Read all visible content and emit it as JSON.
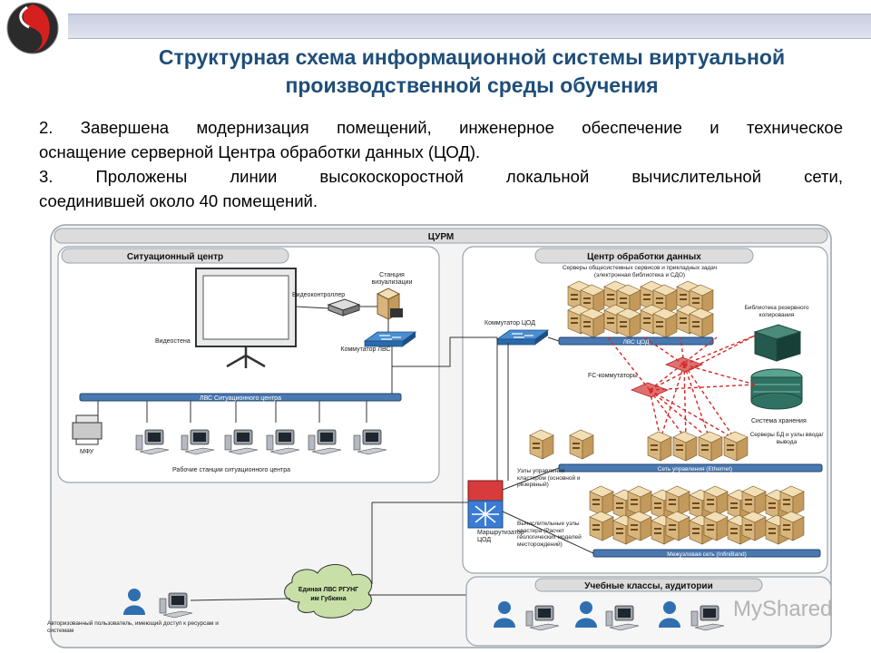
{
  "title": {
    "line1": "Структурная схема информационной системы виртуальной",
    "line2": "производственной среды обучения"
  },
  "points": [
    {
      "line1": "2. Завершена модернизация помещений, инженерное обеспечение и техническое",
      "line2": "оснащение серверной Центра обработки данных (ЦОД)."
    },
    {
      "line1": "3. Проложены линии высокоскоростной локальной вычислительной сети,",
      "line2": "соединившей около 40 помещений."
    }
  ],
  "diagram": {
    "outer_title": "ЦУРМ",
    "situation": {
      "header": "Ситуационный центр",
      "station_label": "Станция визуализации",
      "controller_label": "Видеоконтроллер",
      "videowall_label": "Видеостена",
      "switch_label": "Коммутатор ЛВС",
      "bus_label": "ЛВС Ситуационного центра",
      "mfu_label": "МФУ",
      "workstations_label": "Рабочие станции ситуационного центра"
    },
    "datacenter": {
      "header": "Центр обработки данных",
      "servers_label": "Серверы общесистемных сервисов и прикладных задач (электронная библиотека и СДО)",
      "switch_label": "Коммутатор ЦОД",
      "lan_label": "ЛВС ЦОД",
      "fc_label": "FC-коммутаторы",
      "backup_label": "Библиотека резервного копирования",
      "storage_label": "Система хранения",
      "db_label": "Серверы БД и узлы ввода/вывода",
      "mgmt_net_label": "Сеть управления (Ethernet)",
      "mgmt_nodes_label": "Узлы управления кластером (основной и резервный)",
      "router_label": "Маршрутизатор ЦОД",
      "compute_label": "Вычислительные узлы кластера (Расчет геологических моделей месторождений)",
      "interconnect_label": "Межузловая сеть (InfiniBand)"
    },
    "lan": {
      "label_line1": "Единая ЛВС РГУНГ",
      "label_line2": "им Губкина"
    },
    "remote_user_label": "Авторизованный пользователь, имеющий доступ к ресурсам и системам",
    "classes_header": "Учебные классы, аудитории"
  },
  "watermark": "MyShared",
  "colors": {
    "title": "#1f4e79",
    "link_red": "#d62828",
    "bus": "#4a78b0"
  }
}
